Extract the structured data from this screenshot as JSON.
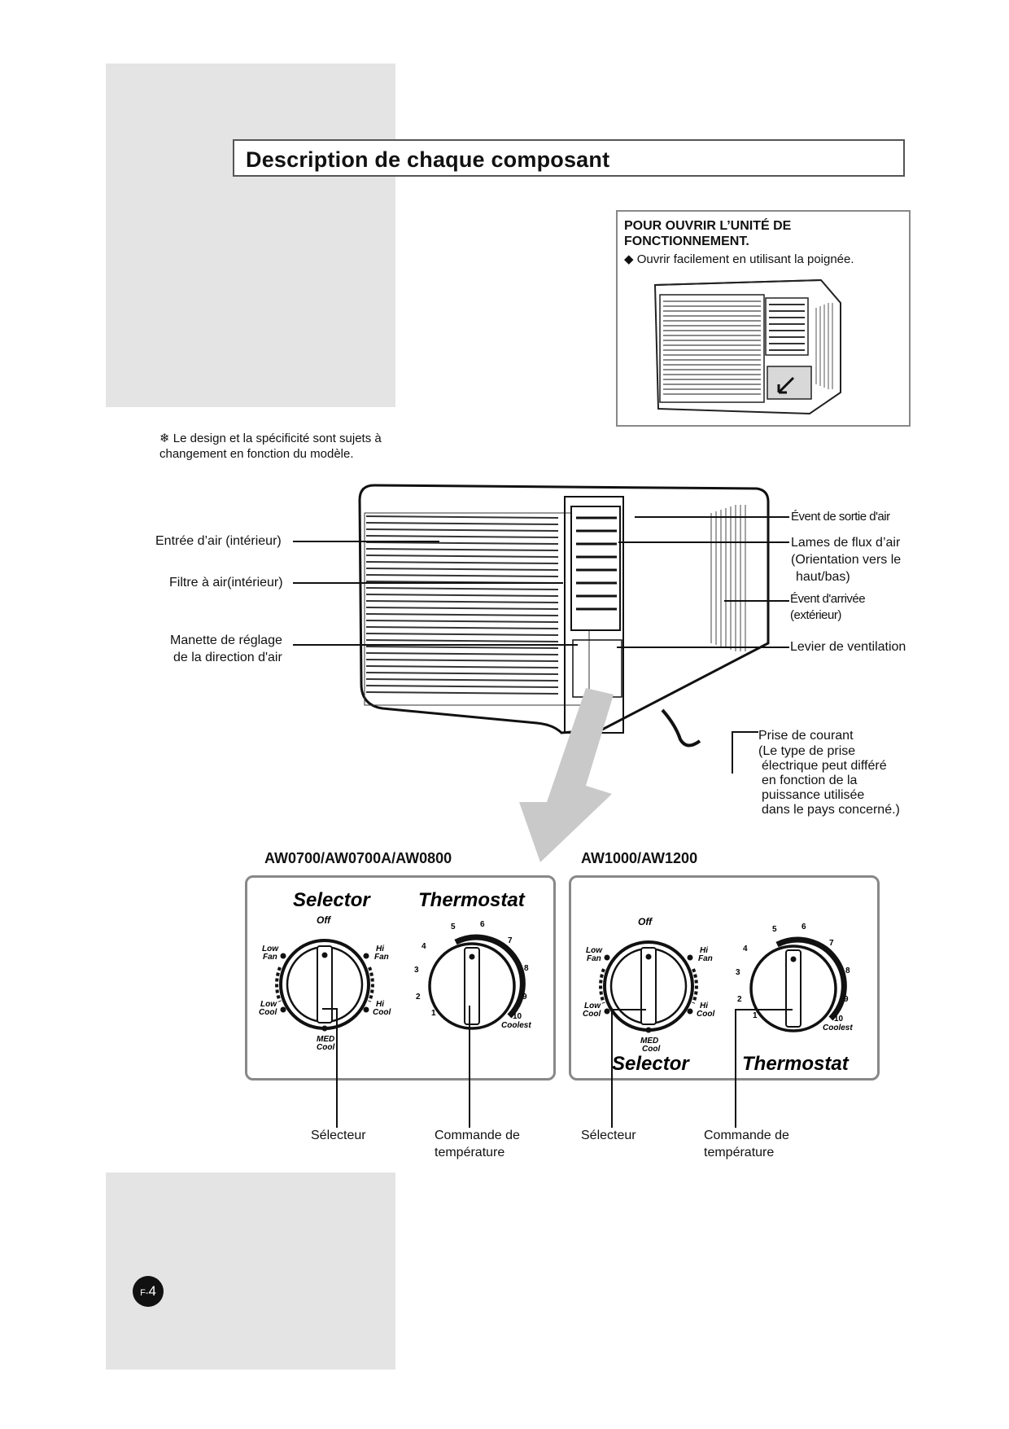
{
  "header": {
    "title": "Description de chaque composant"
  },
  "open_unit": {
    "title": "POUR OUVRIR L’UNITÉ DE FONCTIONNEMENT.",
    "bullet": "◆",
    "instruction": "Ouvrir facilement en utilisant la poignée."
  },
  "note": {
    "symbol": "❄",
    "text": "Le design et la spécificité sont sujets à changement en fonction du modèle."
  },
  "labels": {
    "air_intake": "Entrée d’air (intérieur)",
    "air_filter": "Filtre à air(intérieur)",
    "direction_lever_1": "Manette de réglage",
    "direction_lever_2": "de la direction d'air",
    "outlet": "Évent de sortie d'air",
    "louvers_1": "Lames de flux d’air",
    "louvers_2": "(Orientation vers le",
    "louvers_3": "haut/bas)",
    "inlet_1": "Évent d'arrivée",
    "inlet_2": "(extérieur)",
    "vent_lever": "Levier de ventilation",
    "plug_1": "Prise de courant",
    "plug_2": "(Le type de prise",
    "plug_3": "électrique peut différé",
    "plug_4": "en fonction de la",
    "plug_5": "puissance utilisée",
    "plug_6": "dans le pays concerné.)"
  },
  "models": {
    "left": "AW0700/AW0700A/AW0800",
    "right": "AW1000/AW1200"
  },
  "controls": {
    "selector_title": "Selector",
    "thermostat_title": "Thermostat",
    "off": "Off",
    "low": "Low",
    "fan": "Fan",
    "hi": "Hi",
    "cool": "Cool",
    "med": "MED",
    "coolest": "Coolest",
    "thermo_numbers": [
      "1",
      "2",
      "3",
      "4",
      "5",
      "6",
      "7",
      "8",
      "9",
      "10"
    ]
  },
  "captions": {
    "selector": "Sélecteur",
    "temp_1": "Commande de",
    "temp_2": "température"
  },
  "page": {
    "prefix": "F-",
    "number": "4"
  }
}
